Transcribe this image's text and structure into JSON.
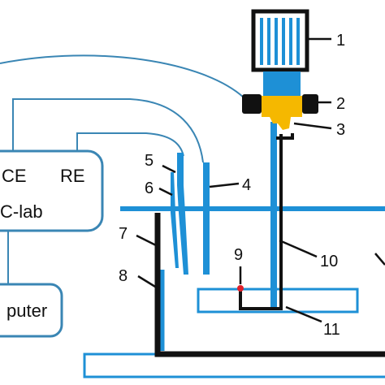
{
  "labels": {
    "n1": "1",
    "n2": "2",
    "n3": "3",
    "n4": "4",
    "n5": "5",
    "n6": "6",
    "n7": "7",
    "n8": "8",
    "n9": "9",
    "n10": "10",
    "n11": "11"
  },
  "controller": {
    "ce": "CE",
    "re": "RE",
    "name": "C-lab"
  },
  "computer": {
    "label": "puter"
  },
  "colors": {
    "blue": "#1e90d6",
    "wire": "#3a86b4",
    "gold": "#f5b800",
    "black": "#111111",
    "red": "#e0202a"
  }
}
